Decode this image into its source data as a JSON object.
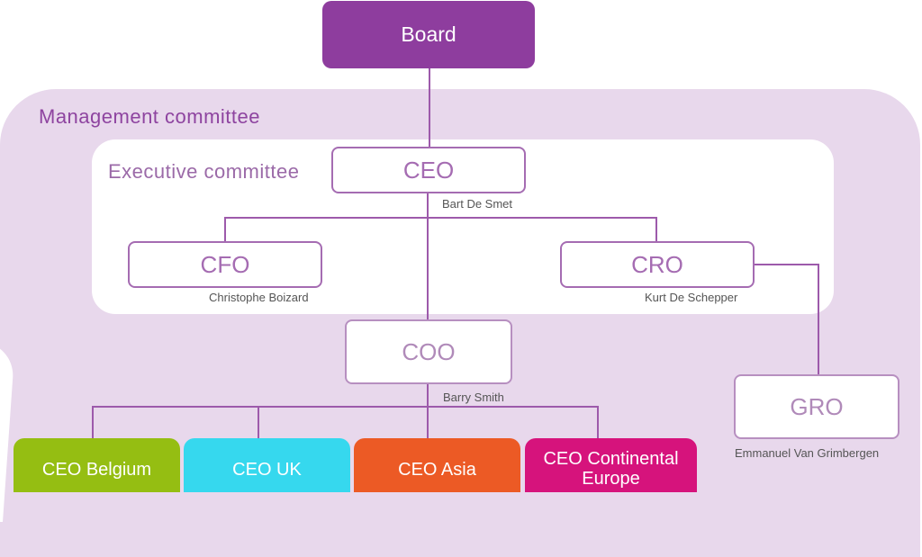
{
  "sections": {
    "management_label": "Management committee",
    "executive_label": "Executive committee"
  },
  "colors": {
    "board": "#8e3d9e",
    "management_bg": "#e8d8ec",
    "outline": "#a56cb2",
    "ceo_belgium": "#95be12",
    "ceo_uk": "#36d8ee",
    "ceo_asia": "#ec5a25",
    "ceo_continental_europe": "#d6137c"
  },
  "nodes": {
    "board": {
      "title": "Board"
    },
    "ceo": {
      "title": "CEO",
      "name": "Bart De Smet"
    },
    "cfo": {
      "title": "CFO",
      "name": "Christophe Boizard"
    },
    "cro": {
      "title": "CRO",
      "name": "Kurt De Schepper"
    },
    "coo": {
      "title": "COO",
      "name": "Barry Smith"
    },
    "gro": {
      "title": "GRO",
      "name": "Emmanuel Van Grimbergen"
    },
    "ceo_belgium": {
      "title": "CEO Belgium"
    },
    "ceo_uk": {
      "title": "CEO UK"
    },
    "ceo_asia": {
      "title": "CEO Asia"
    },
    "ceo_continental_europe": {
      "title": "CEO Continental Europe"
    }
  }
}
